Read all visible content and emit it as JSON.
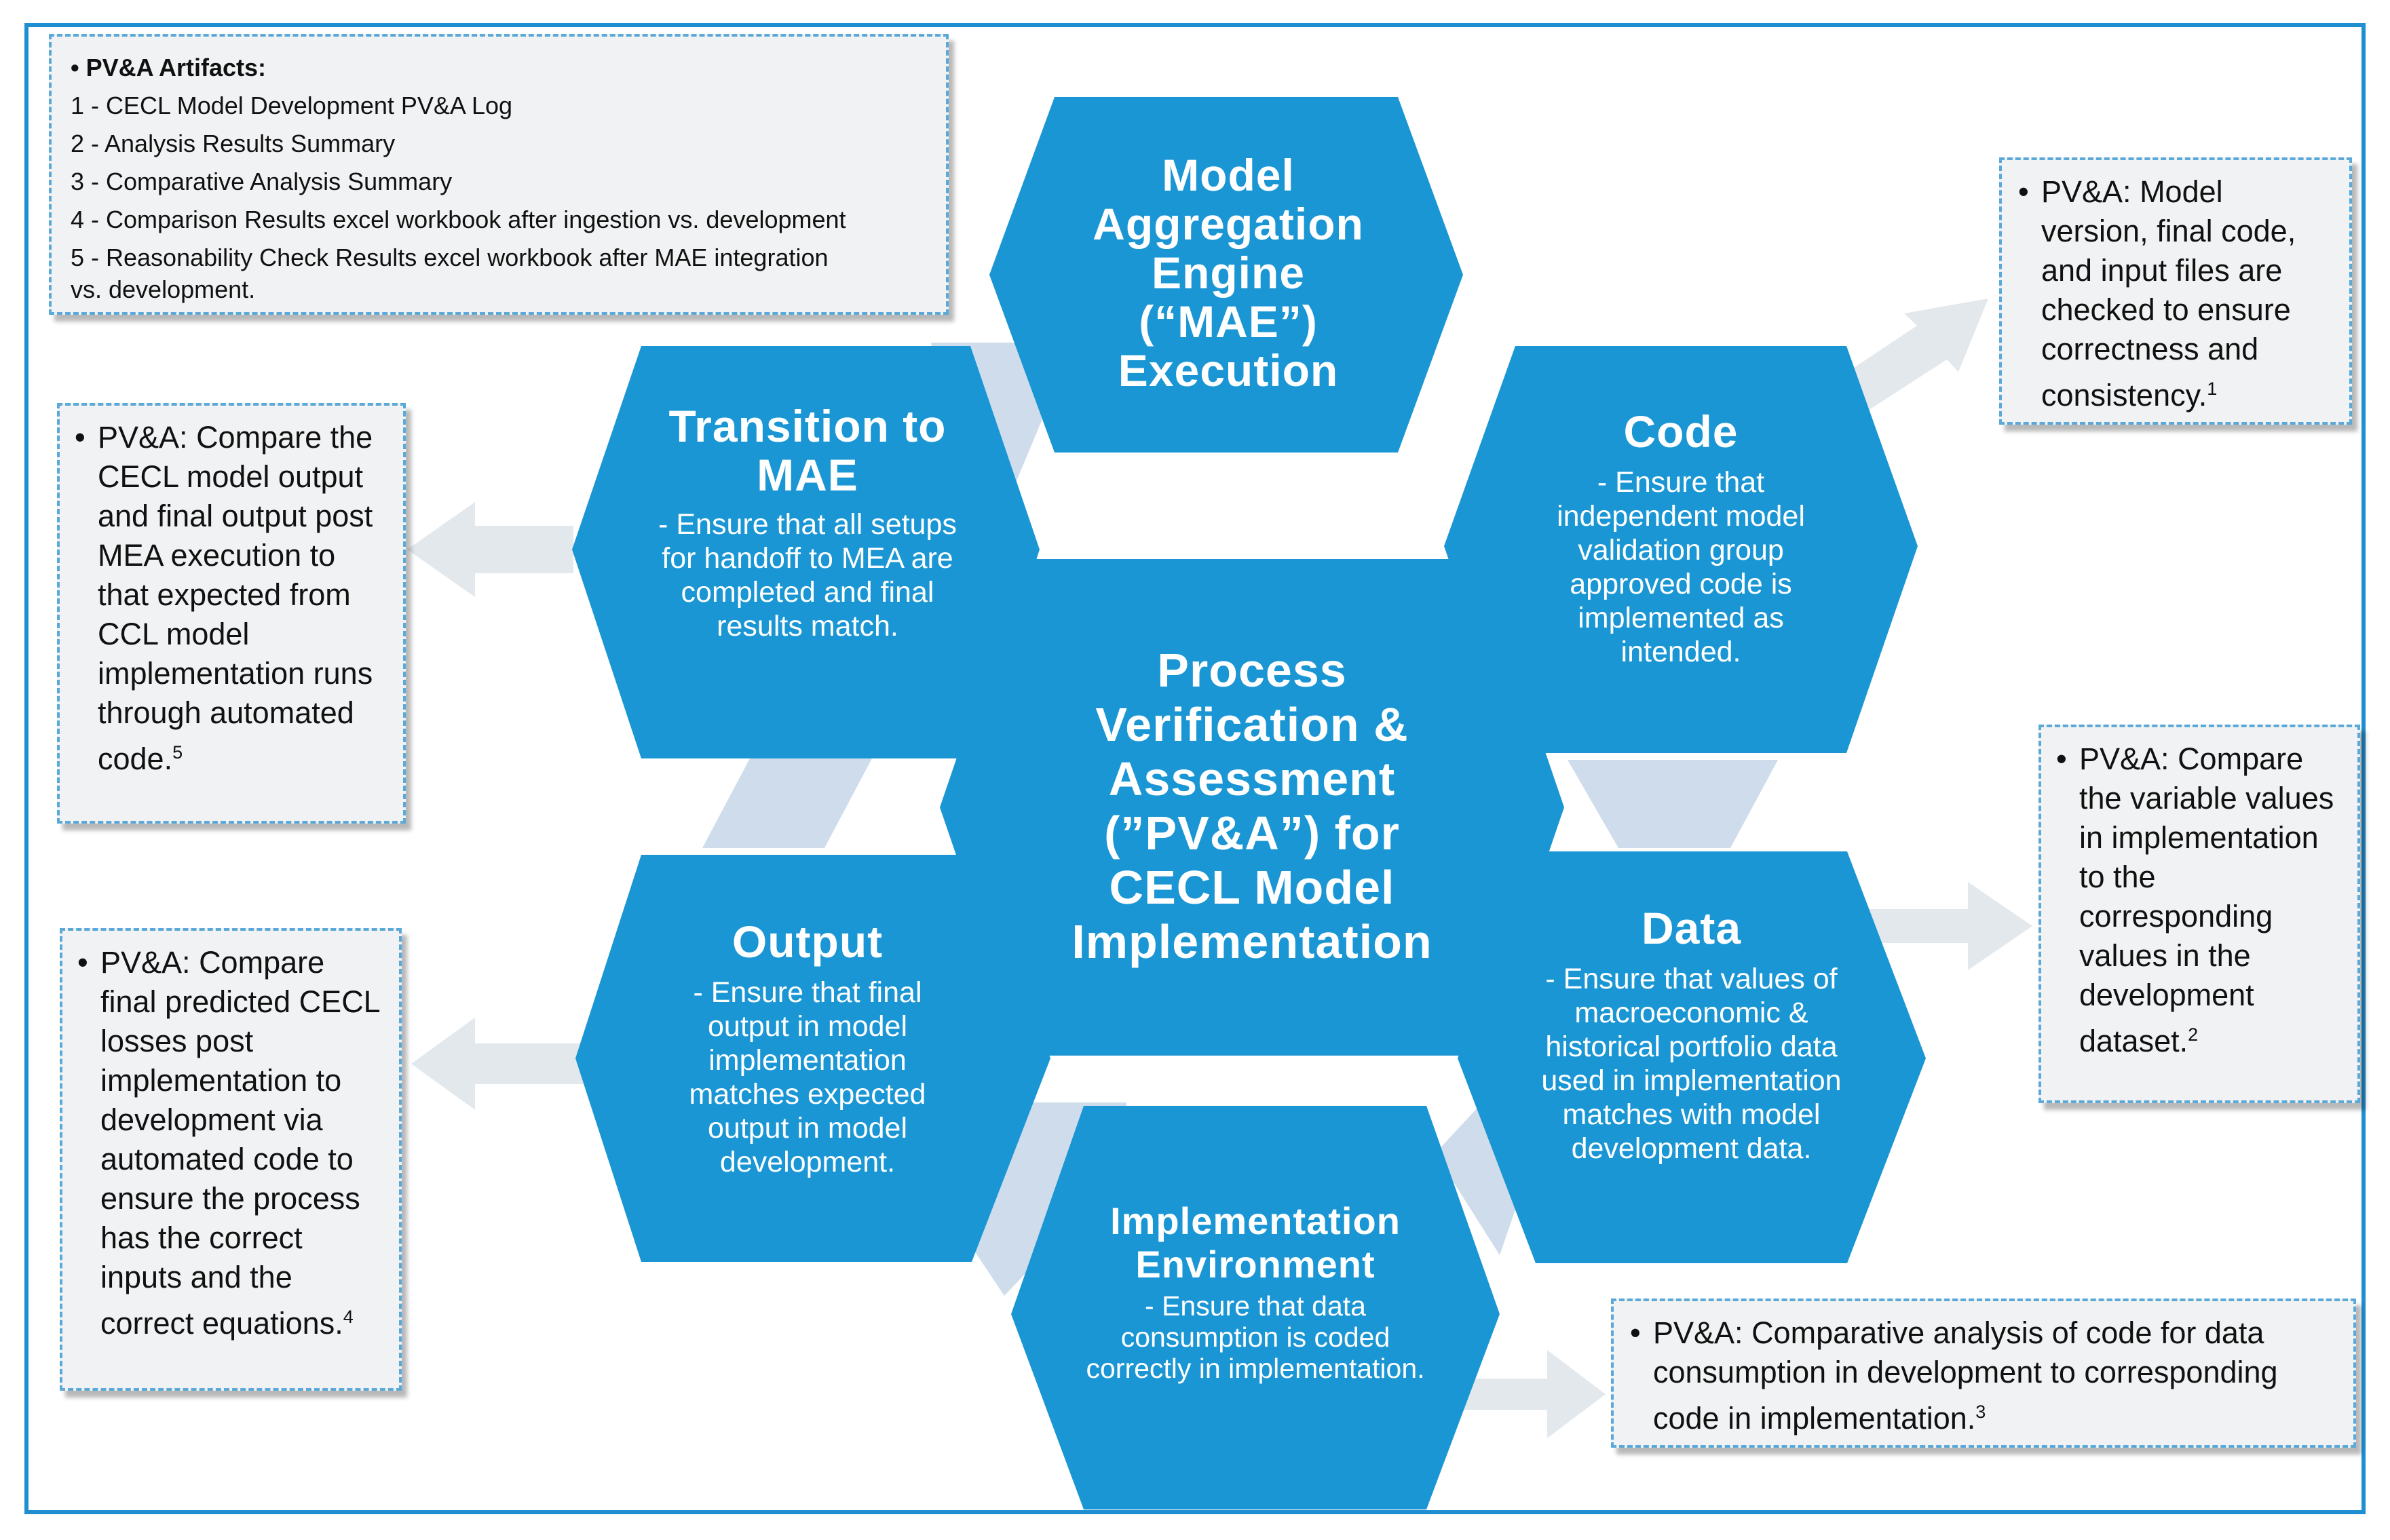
{
  "colors": {
    "frame": "#1f8fd1",
    "hexagon": "#1a96d4",
    "connector": "#cfdcec",
    "arrow": "#e3e8ec",
    "note_bg": "#f1f2f3",
    "note_border": "#5ba9d9"
  },
  "artifacts": {
    "heading": "PV&A Artifacts:",
    "items": [
      "1 - CECL  Model Development PV&A Log",
      "2 -  Analysis Results Summary",
      "3 - Comparative  Analysis Summary",
      "4 - Comparison  Results excel workbook after ingestion vs. development",
      "5 - Reasonability  Check Results excel workbook after MAE integration",
      "vs. development."
    ]
  },
  "hexagons": {
    "mae": {
      "title": "Model Aggregation Engine (“MAE”) Execution"
    },
    "code": {
      "title": "Code",
      "desc": "- Ensure that independent  model validation  group approved  code is implemented  as intended."
    },
    "transition": {
      "title": "Transition to MAE",
      "desc": "- Ensure that all setups for handoff to MEA are completed and final results match."
    },
    "center": {
      "title": "Process Verification & Assessment (”PV&A”) for CECL Model Implementation"
    },
    "output": {
      "title": "Output",
      "desc": "- Ensure that  final output in model implementation matches expected output in model development."
    },
    "data": {
      "title": "Data",
      "desc": "- Ensure that values of macroeconomic & historical portfolio data used in implementation matches with model development  data."
    },
    "env": {
      "title": "Implementation Environment",
      "desc": "- Ensure that data consumption is coded correctly in implementation."
    }
  },
  "notes": {
    "code": {
      "text": "PV&A: Model version, final code, and input files are checked to ensure correctness and consistency.",
      "ref": "1"
    },
    "transition": {
      "text": "PV&A: Compare the CECL model output and final output post MEA execution to that expected from CCL model implementation runs through automated code.",
      "ref": "5"
    },
    "data": {
      "text": "PV&A: Compare the variable values in implementation to the corresponding values in the development dataset.",
      "ref": "2"
    },
    "output": {
      "text": "PV&A: Compare final predicted CECL losses post implementation to development via automated code to ensure the process has the correct inputs and the correct equations.",
      "ref": "4"
    },
    "env": {
      "text": "PV&A: Comparative  analysis of code for data consumption in development  to corresponding code in implementation.",
      "ref": "3"
    }
  }
}
